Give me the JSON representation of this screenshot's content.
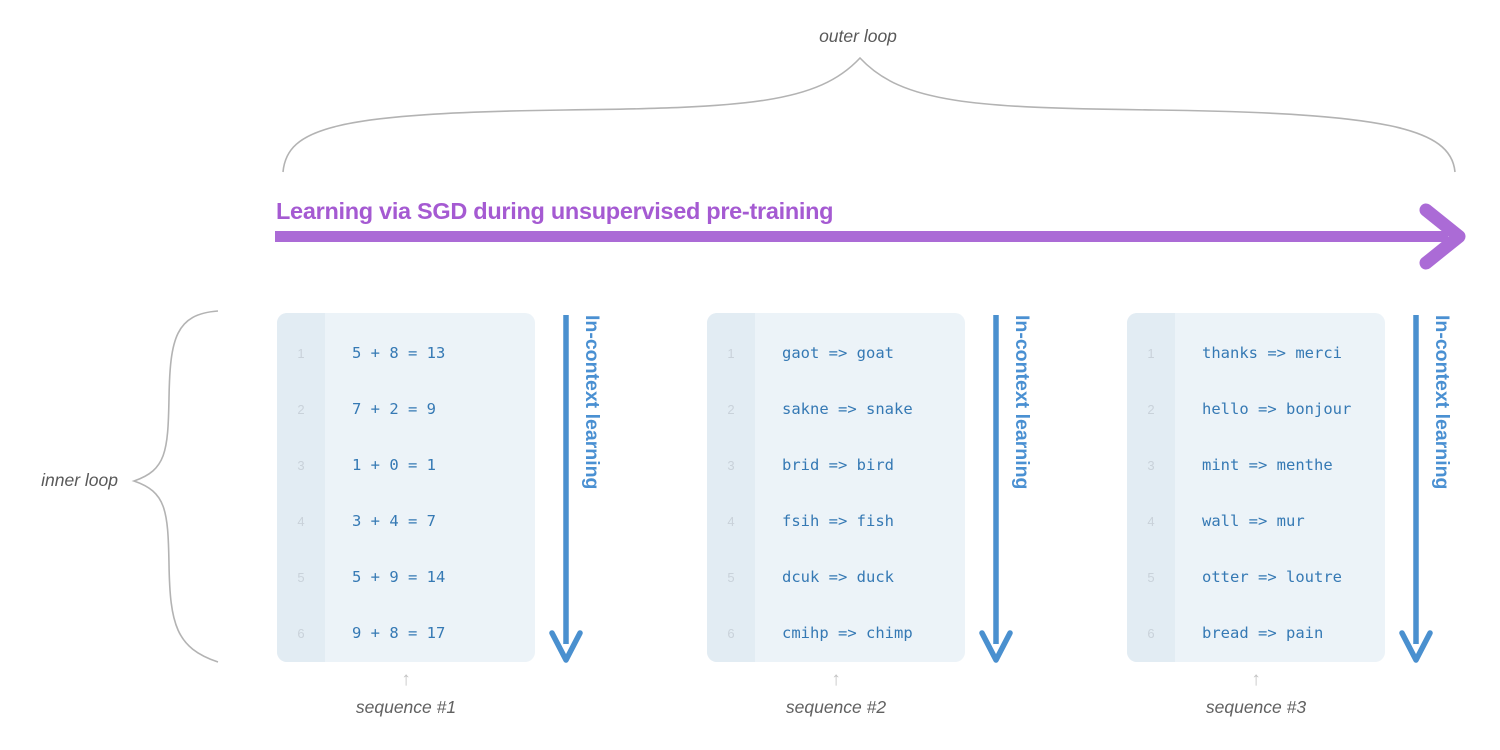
{
  "outer_loop": {
    "label": "outer loop"
  },
  "inner_loop": {
    "label": "inner loop"
  },
  "sgd": {
    "heading": "Learning via SGD during unsupervised pre-training"
  },
  "in_context_label": "In-context learning",
  "icons": {
    "up_arrow": "↑"
  },
  "line_numbers": [
    "1",
    "2",
    "3",
    "4",
    "5",
    "6"
  ],
  "colors": {
    "purple": "#a55ad2",
    "blue": "#4a90d2",
    "code_text": "#3579b4",
    "box_bg": "#ecf3f8",
    "gutter_bg": "#e2ecf3",
    "line_number": "#c9d2da",
    "brace_gray": "#b3b3b3",
    "label_gray": "#616161"
  },
  "sequences": [
    {
      "caption": "sequence #1",
      "lines": [
        "5 + 8 = 13",
        "7 + 2 = 9",
        "1 + 0 = 1",
        "3 + 4 = 7",
        "5 + 9 = 14",
        "9 + 8 = 17"
      ]
    },
    {
      "caption": "sequence #2",
      "lines": [
        "gaot => goat",
        "sakne => snake",
        "brid => bird",
        "fsih => fish",
        "dcuk => duck",
        "cmihp => chimp"
      ]
    },
    {
      "caption": "sequence #3",
      "lines": [
        "thanks => merci",
        "hello => bonjour",
        "mint => menthe",
        "wall => mur",
        "otter => loutre",
        "bread => pain"
      ]
    }
  ]
}
